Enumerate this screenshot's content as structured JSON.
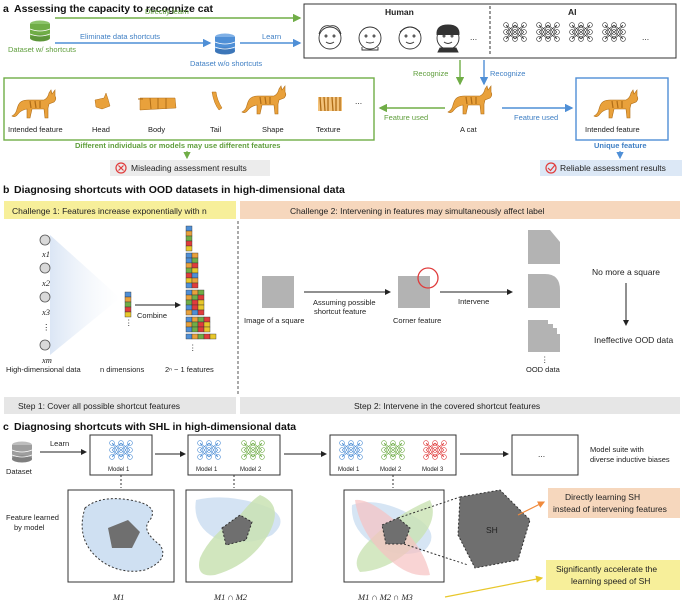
{
  "colors": {
    "green": "#70ad47",
    "blue": "#4f8fd6",
    "gray": "#b3b3b3",
    "red": "#e03c3c",
    "orange": "#f6c9a8",
    "yellow": "#f7ef9a",
    "cat": "#e9a13b"
  },
  "section_a": {
    "letter": "a",
    "title": "Assessing the capacity to recognize cat",
    "dataset_shortcuts": "Dataset w/ shortcuts",
    "directly_learn": "Directly learn",
    "eliminate": "Eliminate data shortcuts",
    "learn": "Learn",
    "dataset_wo": "Dataset w/o shortcuts",
    "human": "Human",
    "ai": "AI",
    "ellipsis": "...",
    "recognize_left": "Recognize",
    "recognize_right": "Recognize",
    "features": [
      "Intended feature",
      "Head",
      "Body",
      "Tail",
      "Shape",
      "Texture"
    ],
    "feature_used_left": "Feature used",
    "feature_used_right": "Feature used",
    "a_cat": "A cat",
    "intended_feature_right": "Intended feature",
    "different": "Different individuals or models may use different features",
    "unique": "Unique feature",
    "misleading": "Misleading assessment results",
    "reliable": "Reliable assessment results"
  },
  "section_b": {
    "letter": "b",
    "title": "Diagnosing shortcuts with OOD datasets in high-dimensional data",
    "challenge1": "Challenge 1: Features increase exponentially with n",
    "challenge2": "Challenge 2: Intervening in features may simultaneously affect label",
    "x_labels": [
      "x1",
      "x2",
      "x3",
      "xm"
    ],
    "combine": "Combine",
    "high_dim": "High-dimensional data",
    "n_dims": "n dimensions",
    "features": "2ⁿ − 1 features",
    "image_square": "Image of a square",
    "assuming": "Assuming possible",
    "shortcut_feature": "shortcut feature",
    "corner_feature": "Corner feature",
    "intervene": "Intervene",
    "ood_data": "OOD data",
    "no_more": "No more a square",
    "ineffective": "Ineffective OOD data",
    "step1": "Step 1: Cover all possible shortcut features",
    "step2": "Step 2: Intervene in the covered shortcut features"
  },
  "section_c": {
    "letter": "c",
    "title": "Diagnosing shortcuts with SHL in high-dimensional data",
    "dataset": "Dataset",
    "learn": "Learn",
    "model1": "Model 1",
    "model2": "Model 2",
    "model3": "Model 3",
    "suite_line1": "Model suite with",
    "suite_line2": "diverse inductive biases",
    "feature_learned_line1": "Feature learned",
    "feature_learned_line2": "by model",
    "sh": "SH",
    "directly_line1": "Directly learning SH",
    "directly_line2": "instead of intervening features",
    "accelerate_line1": "Significantly accelerate the",
    "accelerate_line2": "learning speed of SH",
    "m1": "M1",
    "m1m2": "M1 ∩ M2",
    "m1m2m3": "M1 ∩ M2 ∩ M3"
  }
}
